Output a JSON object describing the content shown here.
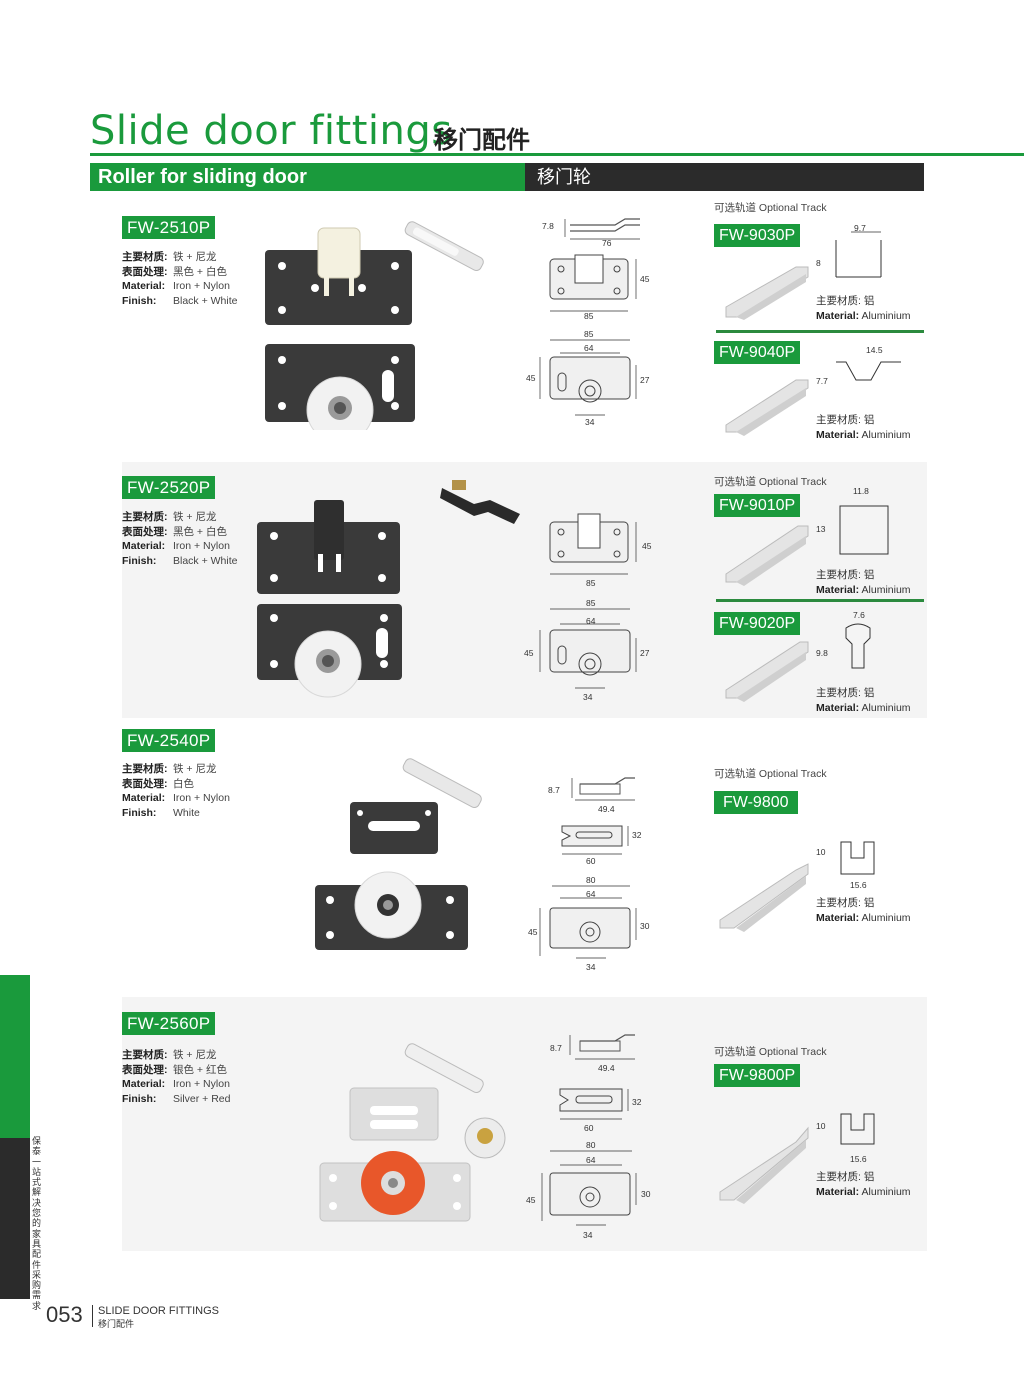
{
  "header": {
    "title_en": "Slide door fittings",
    "title_cn": "移门配件",
    "section_en": "Roller for sliding door",
    "section_cn": "移门轮"
  },
  "products": [
    {
      "model": "FW-2510P",
      "specs": [
        {
          "k": "主要材质:",
          "v": "铁 + 尼龙"
        },
        {
          "k": "表面处理:",
          "v": "黑色 + 白色"
        },
        {
          "k": "Material:",
          "v": "Iron + Nylon"
        },
        {
          "k": "Finish:",
          "v": "Black + White"
        }
      ]
    },
    {
      "model": "FW-2520P",
      "specs": [
        {
          "k": "主要材质:",
          "v": "铁 + 尼龙"
        },
        {
          "k": "表面处理:",
          "v": "黑色 + 白色"
        },
        {
          "k": "Material:",
          "v": "Iron + Nylon"
        },
        {
          "k": "Finish:",
          "v": "Black + White"
        }
      ]
    },
    {
      "model": "FW-2540P",
      "specs": [
        {
          "k": "主要材质:",
          "v": "铁 + 尼龙"
        },
        {
          "k": "表面处理:",
          "v": "白色"
        },
        {
          "k": "Material:",
          "v": "Iron + Nylon"
        },
        {
          "k": "Finish:",
          "v": "White"
        }
      ]
    },
    {
      "model": "FW-2560P",
      "specs": [
        {
          "k": "主要材质:",
          "v": "铁 + 尼龙"
        },
        {
          "k": "表面处理:",
          "v": "银色 + 红色"
        },
        {
          "k": "Material:",
          "v": "Iron + Nylon"
        },
        {
          "k": "Finish:",
          "v": "Silver + Red"
        }
      ]
    }
  ],
  "optional_track_label": "可选轨道  Optional Track",
  "tracks": [
    {
      "model": "FW-9030P",
      "material_cn": "主要材质: 铝",
      "material_en_k": "Material:",
      "material_en_v": "Aluminium",
      "dims": [
        "9.7",
        "8"
      ]
    },
    {
      "model": "FW-9040P",
      "material_cn": "主要材质: 铝",
      "material_en_k": "Material:",
      "material_en_v": "Aluminium",
      "dims": [
        "14.5",
        "7.7"
      ]
    },
    {
      "model": "FW-9010P",
      "material_cn": "主要材质: 铝",
      "material_en_k": "Material:",
      "material_en_v": "Aluminium",
      "dims": [
        "11.8",
        "13"
      ]
    },
    {
      "model": "FW-9020P",
      "material_cn": "主要材质: 铝",
      "material_en_k": "Material:",
      "material_en_v": "Aluminium",
      "dims": [
        "7.6",
        "9.8"
      ]
    },
    {
      "model": "FW-9800",
      "material_cn": "主要材质: 铝",
      "material_en_k": "Material:",
      "material_en_v": "Aluminium",
      "dims": [
        "10",
        "15.6"
      ]
    },
    {
      "model": "FW-9800P",
      "material_cn": "主要材质: 铝",
      "material_en_k": "Material:",
      "material_en_v": "Aluminium",
      "dims": [
        "10",
        "15.6"
      ]
    }
  ],
  "drawings": {
    "d2510": {
      "top_h": "7.8",
      "top_w": "76",
      "mid_w": "85",
      "mid_h": "45",
      "bot_w1": "85",
      "bot_w2": "64",
      "bot_h": "45",
      "bot_r": "27",
      "bot_b": "34"
    },
    "d2520": {
      "mid_w": "85",
      "mid_h": "45",
      "bot_w1": "85",
      "bot_w2": "64",
      "bot_h": "45",
      "bot_r": "27",
      "bot_b": "34"
    },
    "d2540": {
      "top_h": "8.7",
      "top_w": "49.4",
      "mid_w": "60",
      "mid_h": "32",
      "bot_w1": "80",
      "bot_w2": "64",
      "bot_h": "45",
      "bot_r": "30",
      "bot_b": "34"
    },
    "d2560": {
      "top_h": "8.7",
      "top_w": "49.4",
      "mid_w": "60",
      "mid_h": "32",
      "bot_w1": "80",
      "bot_w2": "64",
      "bot_h": "45",
      "bot_r": "30",
      "bot_b": "34"
    }
  },
  "rail_text": "保泰 一站式解决您的家具配件采购需求",
  "footer": {
    "page": "053",
    "en": "SLIDE DOOR FITTINGS",
    "cn": "移门配件"
  },
  "colors": {
    "green": "#1a9a3c",
    "dark": "#2b2b2b",
    "band": "#f4f4f4",
    "nylon": "#f2f2f2",
    "steel": "#3a3a3a",
    "red": "#e8572a"
  }
}
